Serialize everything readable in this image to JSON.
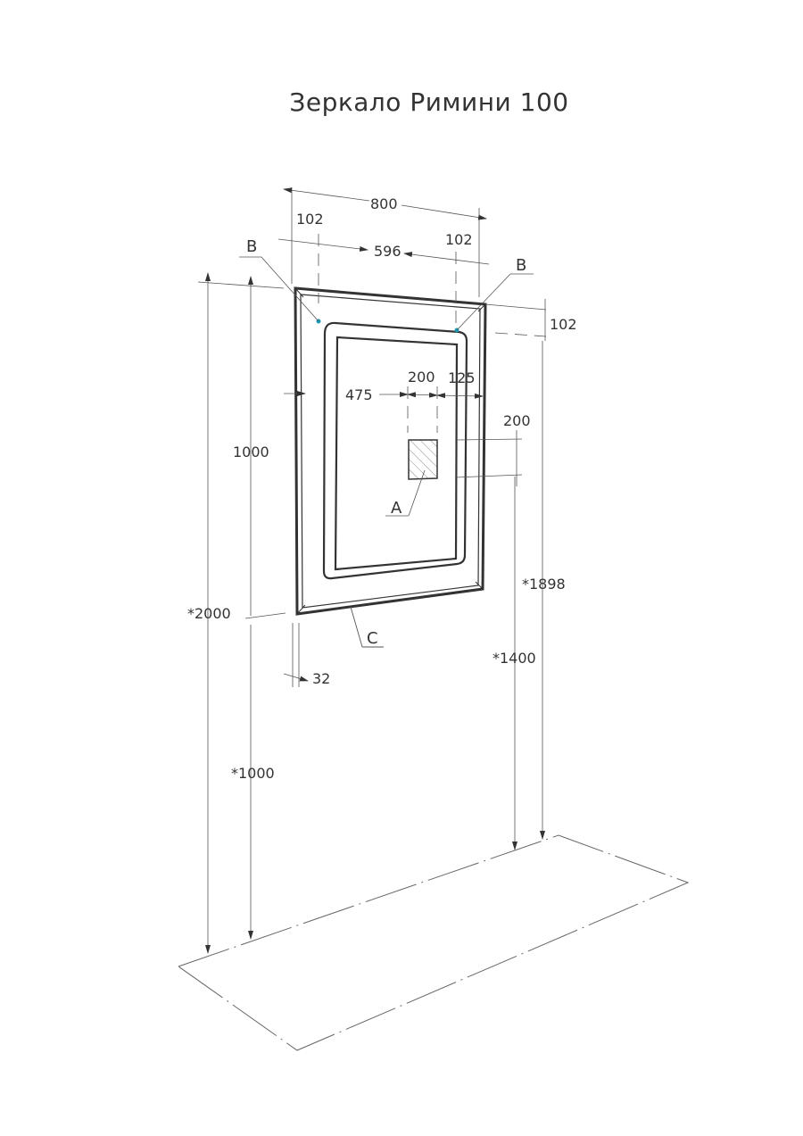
{
  "title": "Зеркало Римини 100",
  "colors": {
    "line": "#333333",
    "thin_line": "#555555",
    "mounting_point": "#1a9bb5"
  },
  "dimensions": {
    "overall_width": "800",
    "left_margin": "102",
    "right_margin": "102",
    "mount_spacing": "596",
    "top_margin": "102",
    "socket_offset_left": "475",
    "socket_width": "200",
    "socket_offset_right": "125",
    "socket_height": "200",
    "mirror_height": "1000",
    "floor_to_top": "*1898",
    "floor_to_socket": "*1400",
    "ceiling_height": "*2000",
    "floor_to_bottom": "*1000",
    "depth": "32"
  },
  "labels": {
    "mount_left": "B",
    "mount_right": "B",
    "socket": "A",
    "bottom_edge": "C"
  }
}
